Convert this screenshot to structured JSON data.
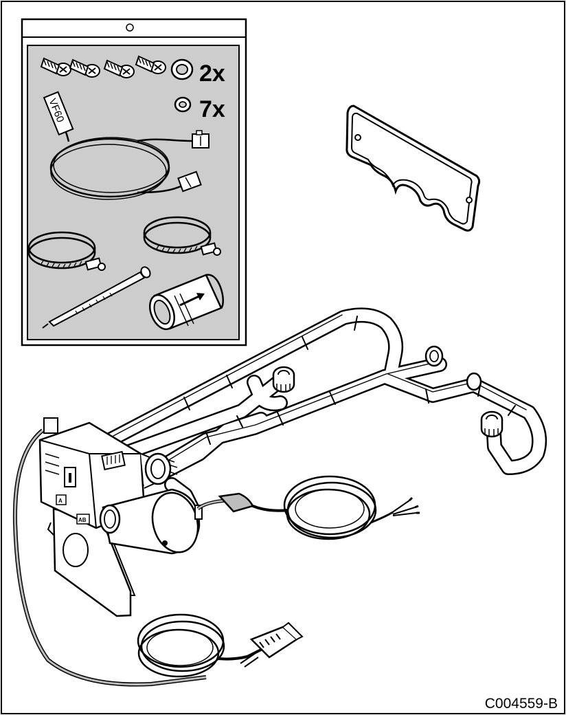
{
  "kit_bag": {
    "screw_count": 4,
    "seal_large_qty_label": "2x",
    "seal_small_qty_label": "7x",
    "sensor_tag_label": "VF60"
  },
  "unit_labels": {
    "port_a_label": "A",
    "port_ab_label": "AB"
  },
  "figure_reference": "C004559-B",
  "colors": {
    "line": "#000000",
    "bag_fill": "#cfcfcf",
    "part_fill": "#ffffff",
    "shade": "#b8b8b8"
  }
}
